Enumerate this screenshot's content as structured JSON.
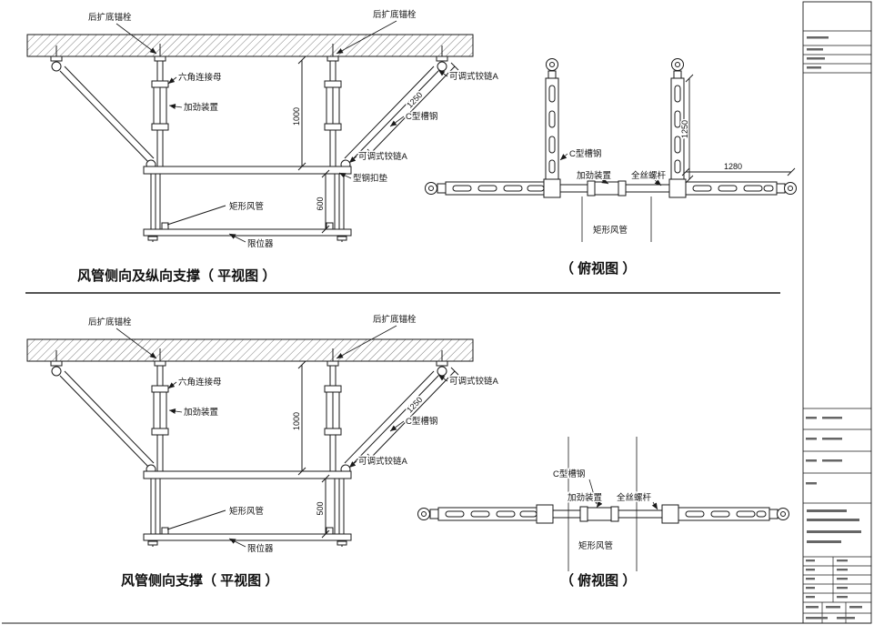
{
  "sheet": {
    "bg": "#ffffff",
    "line_color": "#1a1a1a"
  },
  "top_elevation": {
    "caption": "风管侧向及纵向支撑（ 平视图 ）",
    "labels": {
      "anchor_left": "后扩底锚栓",
      "anchor_right": "后扩底锚栓",
      "hex_coupling_nut": "六角连接母",
      "stiffener": "加劲装置",
      "hinge_top": "可调式铰链A",
      "c_channel": "C型槽钢",
      "hinge_bottom": "可调式铰链A",
      "steel_clip_pad": "型钢扣垫",
      "rect_duct": "矩形风管",
      "limiter": "限位器"
    },
    "dims": {
      "brace_length": "1250",
      "hanger_length": "1000",
      "duct_height": "600"
    }
  },
  "top_plan": {
    "caption": "（ 俯视图 ）",
    "labels": {
      "c_channel": "C型槽钢",
      "stiffener": "加劲装置",
      "threaded_rod": "全丝螺杆",
      "rect_duct": "矩形风管"
    },
    "dims": {
      "brace_length": "1250",
      "rod_length": "1280"
    }
  },
  "bottom_elevation": {
    "caption": "风管侧向支撑（ 平视图 ）",
    "labels": {
      "anchor_left": "后扩底锚栓",
      "anchor_right": "后扩底锚栓",
      "hex_coupling_nut": "六角连接母",
      "stiffener": "加劲装置",
      "hinge_top": "可调式铰链A",
      "c_channel": "C型槽钢",
      "hinge_bottom": "可调式铰链A",
      "rect_duct": "矩形风管",
      "limiter": "限位器"
    },
    "dims": {
      "brace_length": "1250",
      "hanger_length": "1000",
      "duct_height": "500"
    }
  },
  "bottom_plan": {
    "caption": "（ 俯视图 ）",
    "labels": {
      "c_channel": "C型槽钢",
      "stiffener": "加劲装置",
      "threaded_rod": "全丝螺杆",
      "rect_duct": "矩形风管"
    }
  }
}
